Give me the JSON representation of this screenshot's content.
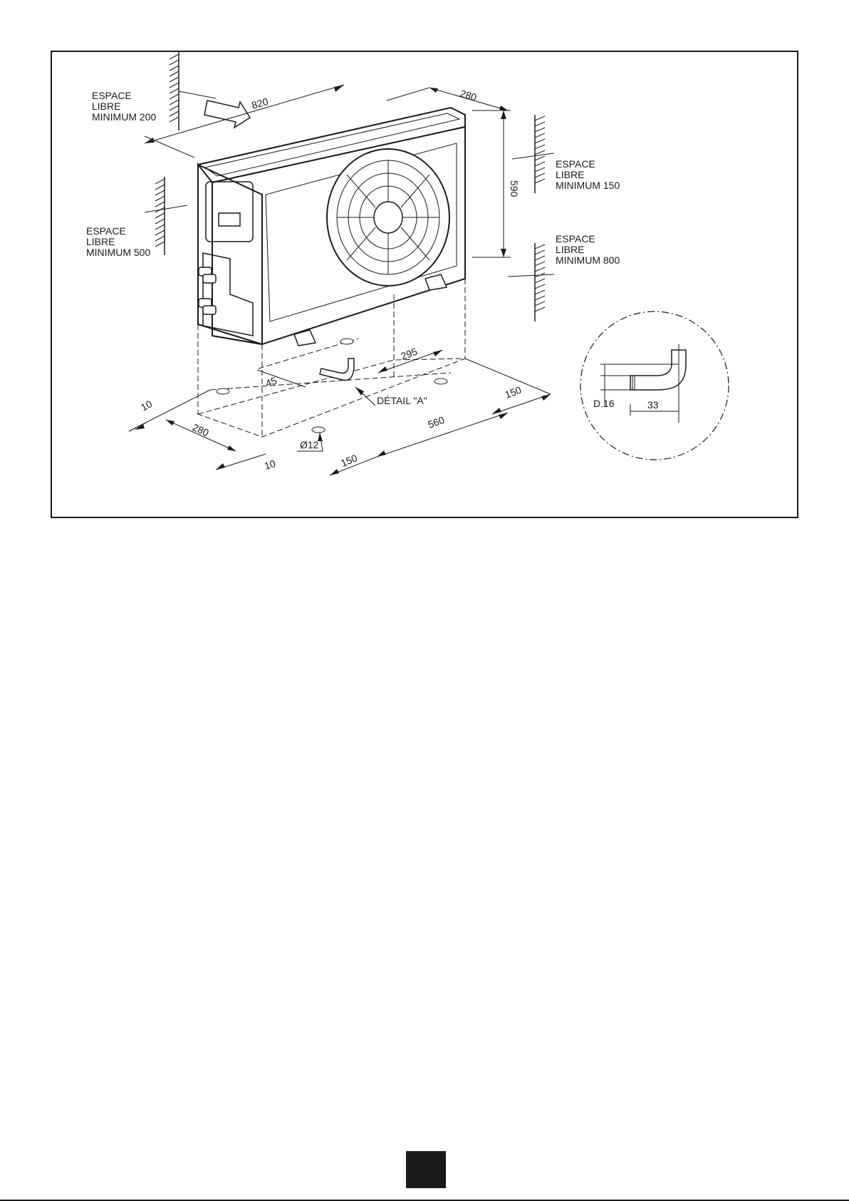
{
  "clearances": {
    "left_top": {
      "line1": "ESPACE",
      "line2": "LIBRE",
      "line3": "MINIMUM 200"
    },
    "left_bottom": {
      "line1": "ESPACE",
      "line2": "LIBRE",
      "line3": "MINIMUM 500"
    },
    "right_top": {
      "line1": "ESPACE",
      "line2": "LIBRE",
      "line3": "MINIMUM 150"
    },
    "right_bottom": {
      "line1": "ESPACE",
      "line2": "LIBRE",
      "line3": "MINIMUM 800"
    }
  },
  "dimensions": {
    "width": "820",
    "depth": "280",
    "height": "590",
    "foot_spacing": "295",
    "offset_45": "45",
    "right_150": "150",
    "bottom_10_left": "10",
    "bottom_280": "280",
    "bottom_10_right": "10",
    "bottom_560": "560",
    "bottom_150": "150",
    "hole_diameter": "Ø12"
  },
  "detail": {
    "callout": "DÉTAIL \"A\"",
    "diameter": "D.16",
    "length": "33"
  },
  "colors": {
    "line": "#1a1a1a",
    "background": "#ffffff"
  }
}
